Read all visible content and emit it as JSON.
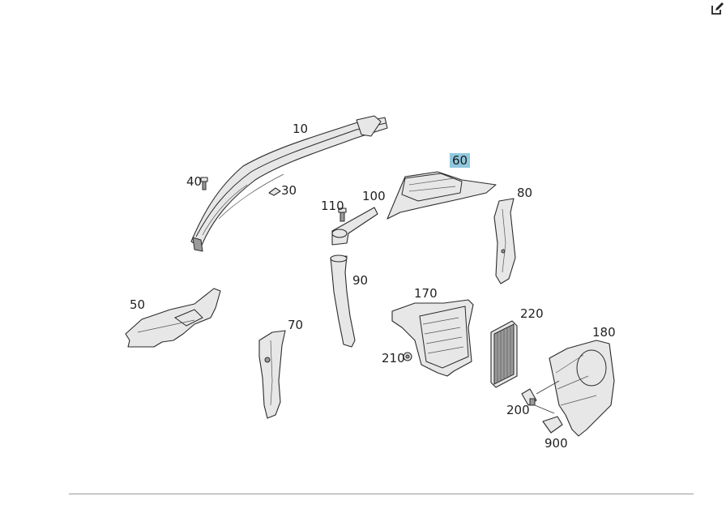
{
  "toolbar": {
    "edit_icon": "edit-icon"
  },
  "callouts": [
    {
      "id": "10",
      "label": "10"
    },
    {
      "id": "30",
      "label": "30"
    },
    {
      "id": "40",
      "label": "40"
    },
    {
      "id": "50",
      "label": "50"
    },
    {
      "id": "60",
      "label": "60",
      "highlighted": true,
      "highlight_color": "#8fc8de"
    },
    {
      "id": "70",
      "label": "70"
    },
    {
      "id": "80",
      "label": "80"
    },
    {
      "id": "90",
      "label": "90"
    },
    {
      "id": "100",
      "label": "100"
    },
    {
      "id": "110",
      "label": "110"
    },
    {
      "id": "170",
      "label": "170"
    },
    {
      "id": "180",
      "label": "180"
    },
    {
      "id": "200",
      "label": "200"
    },
    {
      "id": "210",
      "label": "210"
    },
    {
      "id": "220",
      "label": "220"
    },
    {
      "id": "900",
      "label": "900"
    }
  ]
}
